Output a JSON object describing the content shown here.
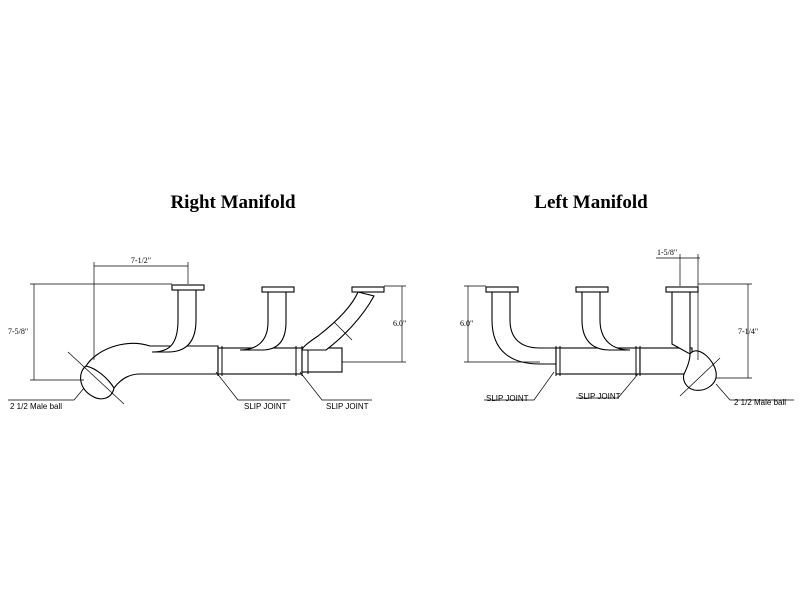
{
  "right_manifold": {
    "title": "Right Manifold",
    "dim_width": "7-1/2\"",
    "dim_left_height": "7-5/8\"",
    "dim_right_height": "6.0\"",
    "label_ball": "2 1/2 Male ball",
    "label_slip_1": "SLIP JOINT",
    "label_slip_2": "SLIP JOINT"
  },
  "left_manifold": {
    "title": "Left Manifold",
    "dim_flange": "1-5/8\"",
    "dim_left_height": "6.0\"",
    "dim_right_height": "7-1/4\"",
    "label_ball": "2 1/2 Male ball",
    "label_slip_1": "SLIP JOINT",
    "label_slip_2": "SLIP JOINT"
  }
}
